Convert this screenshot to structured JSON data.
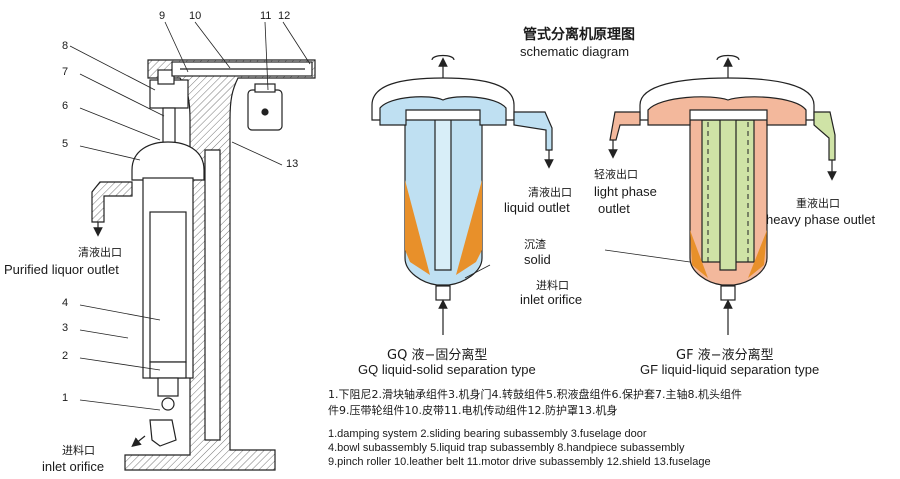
{
  "title": {
    "cn": "管式分离机原理图",
    "en": "schematic diagram"
  },
  "left_diagram": {
    "part_numbers": [
      "1",
      "2",
      "3",
      "4",
      "5",
      "6",
      "7",
      "8",
      "9",
      "10",
      "11",
      "12",
      "13"
    ],
    "purified_outlet": {
      "cn": "清液出口",
      "en": "Purified liquor outlet"
    },
    "inlet": {
      "cn": "进料口",
      "en": "inlet orifice"
    }
  },
  "gq_diagram": {
    "liquid_outlet": {
      "cn": "清液出口",
      "en": "liquid outlet"
    },
    "solid": {
      "cn": "沉渣",
      "en": "solid"
    },
    "inlet": {
      "cn": "进料口",
      "en": "inlet orifice"
    },
    "caption": {
      "cn": "GQ 液−固分离型",
      "en": "GQ liquid-solid separation type"
    }
  },
  "gf_diagram": {
    "light_outlet": {
      "cn": "轻液出口",
      "en1": "light phase",
      "en2": "outlet"
    },
    "heavy_outlet": {
      "cn": "重液出口",
      "en": "heavy phase outlet"
    },
    "caption": {
      "cn": "GF 液−液分离型",
      "en": "GF liquid-liquid separation type"
    }
  },
  "legend": {
    "cn_line1": "1.下阻尼2.滑块轴承组件3.机身门4.转鼓组件5.积液盘组件6.保护套7.主轴8.机头组件",
    "cn_line2": "件9.压带轮组件10.皮带11.电机传动组件12.防护罩13.机身",
    "en_line1": "1.damping system 2.sliding bearing subassembly 3.fuselage door",
    "en_line2": "4.bowl subassembly  5.liquid trap subassembly 8.handpiece subassembly",
    "en_line3": "9.pinch roller 10.leather belt 11.motor drive subassembly 12.shield 13.fuselage"
  },
  "colors": {
    "blue": "#bfe0f2",
    "orange": "#e8902a",
    "salmon": "#f3b89c",
    "green": "#cfe3a6",
    "line": "#222222"
  }
}
